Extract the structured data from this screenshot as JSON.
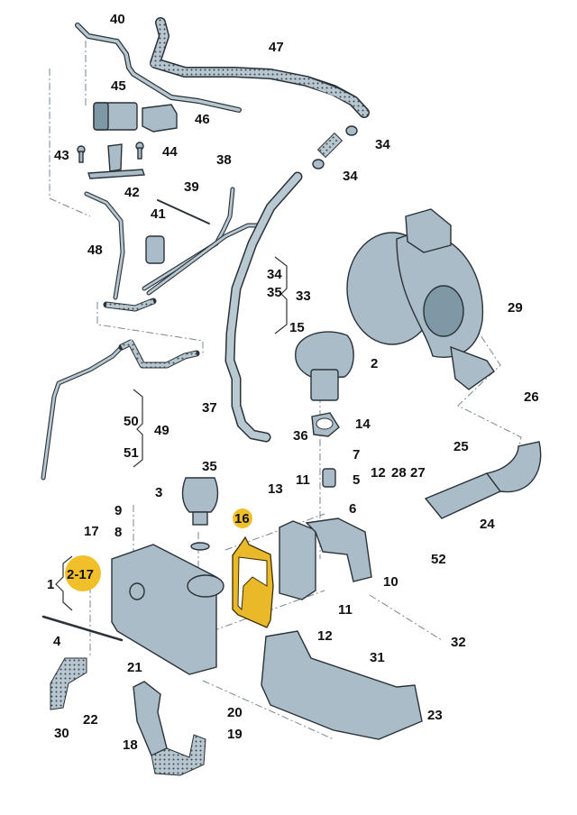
{
  "diagram": {
    "title": "EGR cooler / turbocharger exploded parts diagram",
    "highlight_color": "#f0bf2a",
    "part_color": "#a9bcc7",
    "highlighted_labels": [
      "2-17",
      "16"
    ],
    "labels": {
      "p1": "1",
      "p2": "2",
      "p3": "3",
      "p4": "4",
      "p5": "5",
      "p6": "6",
      "p7": "7",
      "p8": "8",
      "p9": "9",
      "p10": "10",
      "p11a": "11",
      "p11b": "11",
      "p12a": "12",
      "p12b": "12",
      "p13": "13",
      "p14": "14",
      "p15": "15",
      "p16": "16",
      "p17": "17",
      "p2_17": "2-17",
      "p18": "18",
      "p19": "19",
      "p20": "20",
      "p21": "21",
      "p22": "22",
      "p23": "23",
      "p24": "24",
      "p25": "25",
      "p26": "26",
      "p27": "27",
      "p28": "28",
      "p29": "29",
      "p30": "30",
      "p31": "31",
      "p32": "32",
      "p33": "33",
      "p34a": "34",
      "p34b": "34",
      "p34c": "34",
      "p35a": "35",
      "p35b": "35",
      "p36": "36",
      "p37": "37",
      "p38": "38",
      "p39": "39",
      "p40": "40",
      "p41": "41",
      "p42": "42",
      "p43": "43",
      "p44": "44",
      "p45": "45",
      "p46": "46",
      "p47": "47",
      "p48": "48",
      "p49": "49",
      "p50": "50",
      "p51": "51",
      "p52": "52"
    }
  }
}
